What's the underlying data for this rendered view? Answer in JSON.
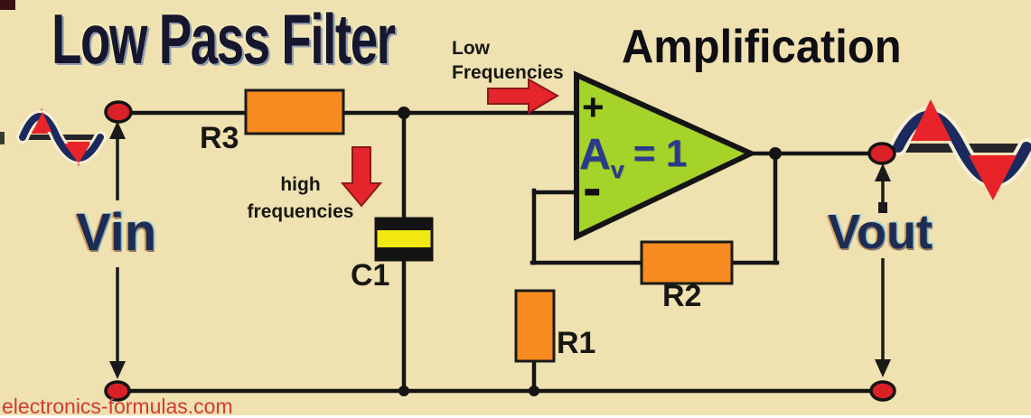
{
  "titles": {
    "filter": "Low Pass Filter",
    "amplifier": "Amplification"
  },
  "annotations": {
    "low_freq_line1": "Low",
    "low_freq_line2": "Frequencies",
    "high_freq_line1": "high",
    "high_freq_line2": "frequencies"
  },
  "signals": {
    "input": "Vin",
    "output": "Vout"
  },
  "components": {
    "r1": "R1",
    "r2": "R2",
    "r3": "R3",
    "c1": "C1",
    "opamp": {
      "gain_symbol": "A",
      "gain_subscript": "v",
      "gain_equals": "= 1",
      "plus_input": "+",
      "minus_input": "-"
    }
  },
  "icons": {
    "input_waveform": "sine-wave-icon",
    "output_waveform": "sine-wave-icon",
    "low_frequencies_arrow": "arrow-right-icon",
    "high_frequencies_arrow": "arrow-down-icon"
  },
  "watermark": {
    "text": "electronics-formulas.com"
  },
  "colors": {
    "background": "#efe1b0",
    "wire_black": "#141414",
    "resistor_orange": "#f68b1f",
    "opamp_green": "#a6d32a",
    "capacitor_yellow": "#f2e812",
    "arrow_red": "#e5242b",
    "terminal_red": "#da2127",
    "gain_blue": "#2a3a8c",
    "title_navy": "#16162e",
    "sine_navy": "#1b2a5e",
    "watermark_red": "#cf3a34"
  }
}
